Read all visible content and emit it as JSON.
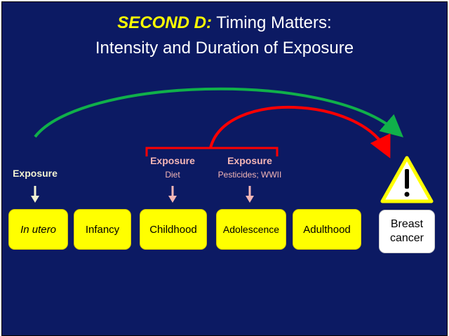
{
  "title": {
    "accent": "SECOND D:",
    "rest": " Timing Matters:",
    "line2": "Intensity and Duration of Exposure"
  },
  "exposures": [
    {
      "heading": "Exposure",
      "detail": ""
    },
    {
      "heading": "Exposure",
      "detail": "Diet"
    },
    {
      "heading": "Exposure",
      "detail": "Pesticides; WWII"
    }
  ],
  "stages": [
    "In utero",
    "Infancy",
    "Childhood",
    "Adolescence",
    "Adulthood"
  ],
  "outcome": {
    "line1": "Breast",
    "line2": "cancer"
  },
  "warning_icon": "warning-triangle-icon",
  "colors": {
    "background": "#0c1a63",
    "title_accent": "#ffff00",
    "stage_fill": "#ffff00",
    "green_arrow": "#10b04a",
    "red_arrow": "#ff0000",
    "exposure_pink": "#f4b6b6",
    "exposure_cream": "#f2f2d2"
  }
}
